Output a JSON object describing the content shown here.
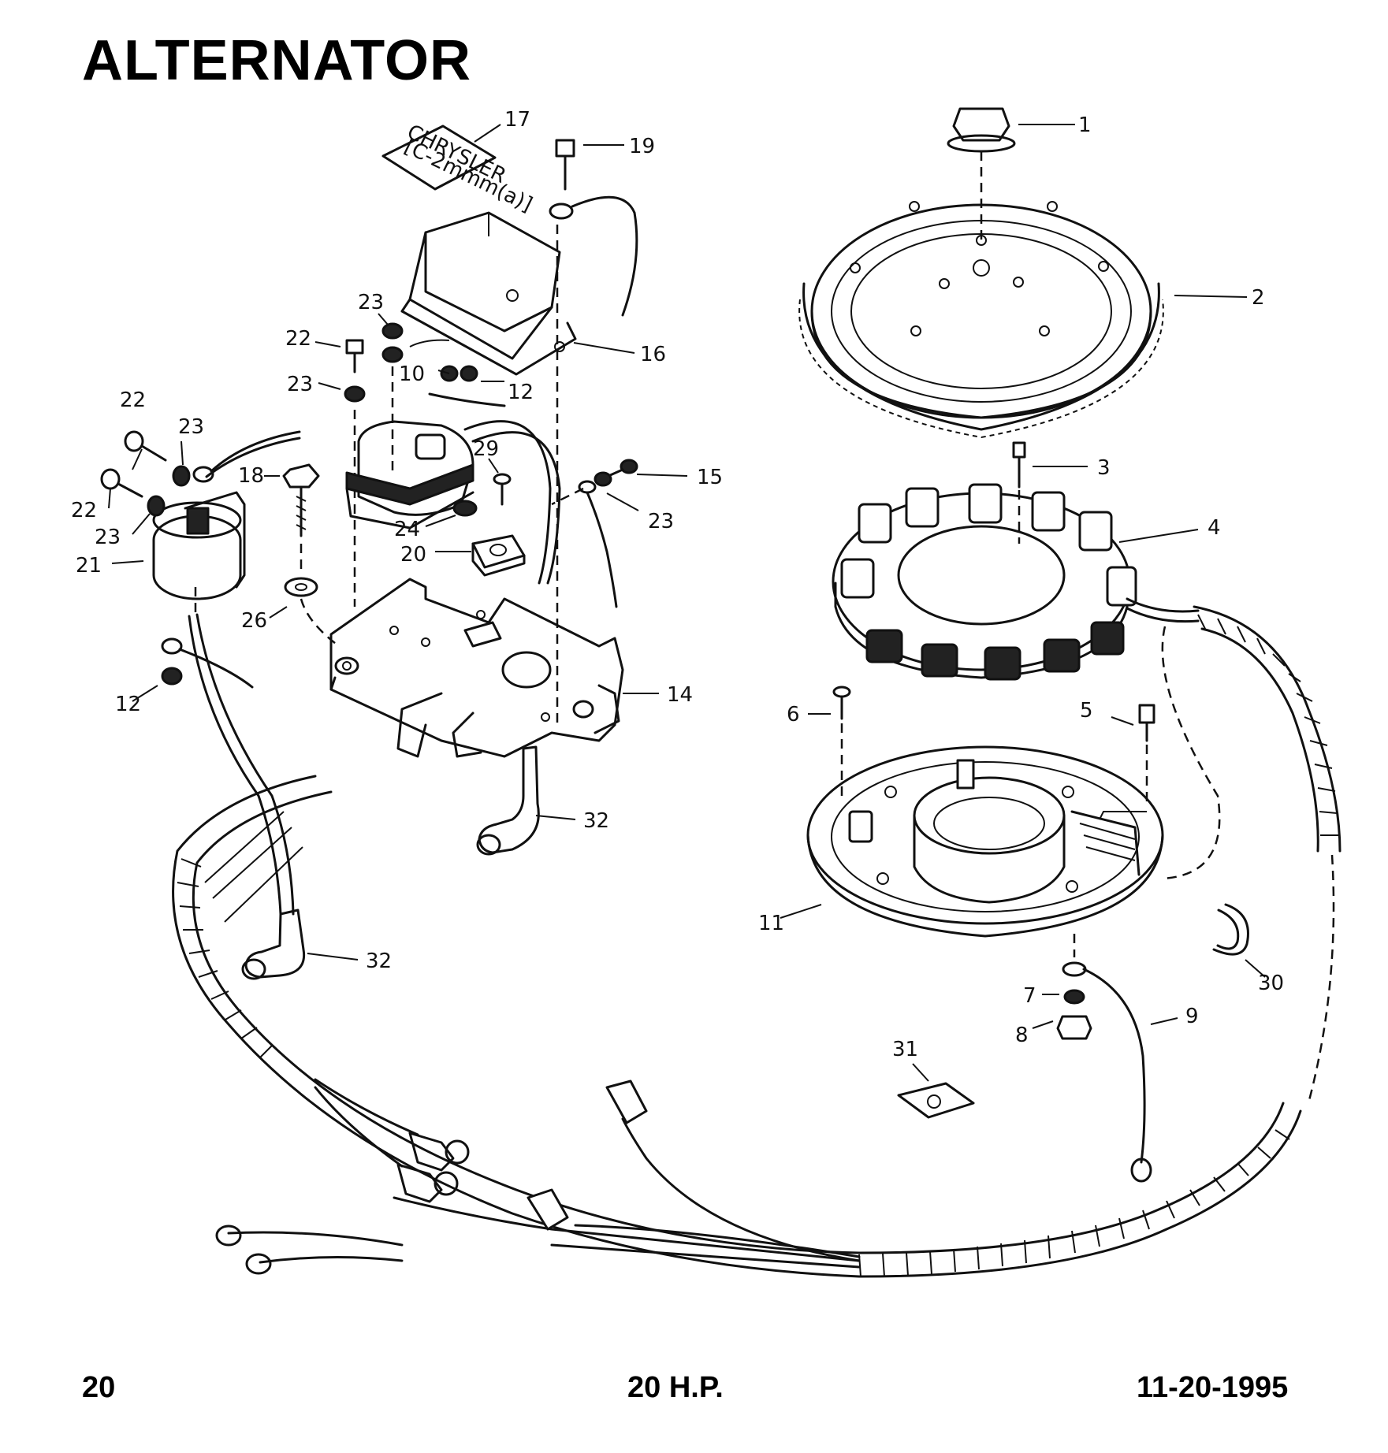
{
  "header": {
    "title": "ALTERNATOR"
  },
  "footer": {
    "page_number": "20",
    "model": "20 H.P.",
    "date": "11-20-1995"
  },
  "decal_text": {
    "line1": "CHRYSLER",
    "line2": "[C-2mmm(a)]"
  },
  "callouts": [
    {
      "id": "c1",
      "label": "1"
    },
    {
      "id": "c2",
      "label": "2"
    },
    {
      "id": "c3",
      "label": "3"
    },
    {
      "id": "c4",
      "label": "4"
    },
    {
      "id": "c5",
      "label": "5"
    },
    {
      "id": "c6",
      "label": "6"
    },
    {
      "id": "c7",
      "label": "7"
    },
    {
      "id": "c8",
      "label": "8"
    },
    {
      "id": "c9",
      "label": "9"
    },
    {
      "id": "c10",
      "label": "10"
    },
    {
      "id": "c11",
      "label": "11"
    },
    {
      "id": "c12a",
      "label": "12"
    },
    {
      "id": "c12b",
      "label": "12"
    },
    {
      "id": "c14",
      "label": "14"
    },
    {
      "id": "c15",
      "label": "15"
    },
    {
      "id": "c16",
      "label": "16"
    },
    {
      "id": "c17",
      "label": "17"
    },
    {
      "id": "c18",
      "label": "18"
    },
    {
      "id": "c19",
      "label": "19"
    },
    {
      "id": "c20",
      "label": "20"
    },
    {
      "id": "c21",
      "label": "21"
    },
    {
      "id": "c22a",
      "label": "22"
    },
    {
      "id": "c22b",
      "label": "22"
    },
    {
      "id": "c22c",
      "label": "22"
    },
    {
      "id": "c23a",
      "label": "23"
    },
    {
      "id": "c23b",
      "label": "23"
    },
    {
      "id": "c23c",
      "label": "23"
    },
    {
      "id": "c23d",
      "label": "23"
    },
    {
      "id": "c23e",
      "label": "23"
    },
    {
      "id": "c24",
      "label": "24"
    },
    {
      "id": "c26",
      "label": "26"
    },
    {
      "id": "c29",
      "label": "29"
    },
    {
      "id": "c30",
      "label": "30"
    },
    {
      "id": "c31",
      "label": "31"
    },
    {
      "id": "c32a",
      "label": "32"
    },
    {
      "id": "c32b",
      "label": "32"
    }
  ]
}
